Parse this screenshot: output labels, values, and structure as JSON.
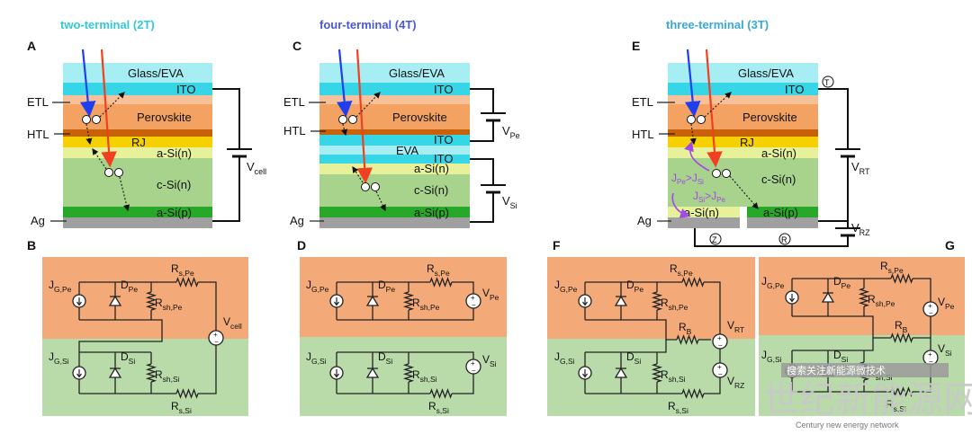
{
  "titles": {
    "t2": "two-terminal (2T)",
    "t4": "four-terminal (4T)",
    "t3": "three-terminal (3T)"
  },
  "colors": {
    "t2": "#34c9d9",
    "t4": "#4a5ad6",
    "t3": "#3aa8dc",
    "glass": "#a6eef4",
    "ito": "#37d6e6",
    "perovskite": "#f4a262",
    "htl": "#c8620a",
    "rj": "#f6d000",
    "asi_n": "#e6f19a",
    "csi": "#a8d38c",
    "asi_p": "#28a828",
    "ag": "#a0a0a0",
    "pe_bg": "#f4aa78",
    "si_bg": "#b9dbaa",
    "purple": "#a24ae6",
    "orange_arrow": "#f04020",
    "blue_arrow": "#1e3ef0"
  },
  "panels": {
    "A": "A",
    "B": "B",
    "C": "C",
    "D": "D",
    "E": "E",
    "F": "F",
    "G": "G"
  },
  "device_A": {
    "glass": "Glass/EVA",
    "ito": "ITO",
    "perovskite": "Perovskite",
    "rj": "RJ",
    "asi_n": "a-Si(n)",
    "csi": "c-Si(n)",
    "asi_p": "a-Si(p)",
    "etl": "ETL",
    "htl": "HTL",
    "ag": "Ag",
    "v_main": "V",
    "v_sub": "cell"
  },
  "device_C": {
    "glass": "Glass/EVA",
    "ito_top": "ITO",
    "perovskite": "Perovskite",
    "ito_mid": "ITO",
    "eva": "EVA",
    "ito_low": "ITO",
    "asi_n": "a-Si(n)",
    "csi": "c-Si(n)",
    "asi_p": "a-Si(p)",
    "etl": "ETL",
    "htl": "HTL",
    "ag": "Ag",
    "vpe_main": "V",
    "vpe_sub": "Pe",
    "vsi_main": "V",
    "vsi_sub": "Si"
  },
  "device_E": {
    "glass": "Glass/EVA",
    "ito": "ITO",
    "perovskite": "Perovskite",
    "rj": "RJ",
    "asi_n_top": "a-Si(n)",
    "csi": "c-Si(n)",
    "asi_n_bot": "a-Si(n)",
    "asi_p": "a-Si(p)",
    "etl": "ETL",
    "htl": "HTL",
    "ag": "Ag",
    "t_mark": "T",
    "z_mark": "Z",
    "r_mark": "R",
    "vrt_main": "V",
    "vrt_sub": "RT",
    "vrz_main": "V",
    "vrz_sub": "RZ",
    "j1_a": "J",
    "j1_a_sub": "Pe",
    "j1_op": ">",
    "j1_b": "J",
    "j1_b_sub": "Si",
    "j2_a": "J",
    "j2_a_sub": "Si",
    "j2_op": ">",
    "j2_b": "J",
    "j2_b_sub": "Pe"
  },
  "circuit_labels": {
    "J": "J",
    "D": "D",
    "R": "R",
    "V": "V",
    "g_pe": "G,Pe",
    "g_si": "G,Si",
    "pe": "Pe",
    "si": "Si",
    "sh_pe": "sh,Pe",
    "sh_si": "sh,Si",
    "s_pe": "s,Pe",
    "s_si": "s,Si",
    "cell": "cell",
    "b": "B",
    "rt": "RT",
    "rz": "RZ"
  },
  "watermark": {
    "main": "世纪新能源网",
    "sub": "Century new energy network",
    "banner": "搜索关注新能源微技术"
  }
}
